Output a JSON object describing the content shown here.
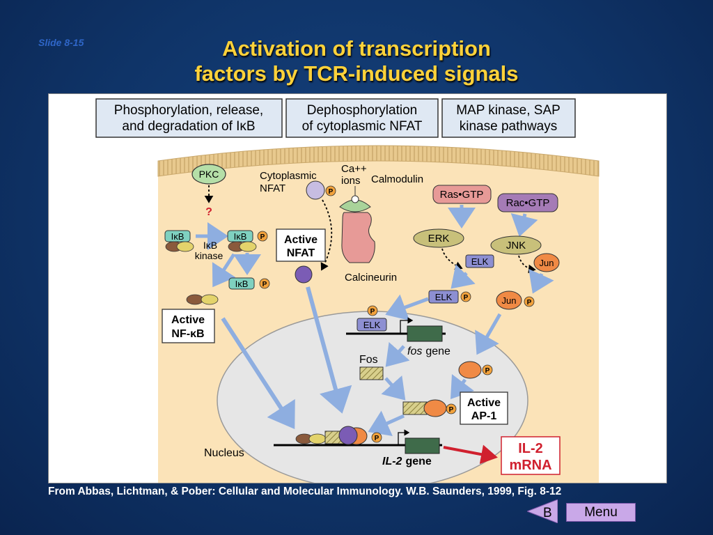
{
  "slide_number": "Slide 8-15",
  "title_line1": "Activation of transcription",
  "title_line2": "factors by TCR-induced signals",
  "headers": {
    "h1_line1": "Phosphorylation, release,",
    "h1_line2": "and degradation of IκB",
    "h2_line1": "Dephosphorylation",
    "h2_line2": "of cytoplasmic NFAT",
    "h3_line1": "MAP kinase, SAP",
    "h3_line2": "kinase pathways"
  },
  "labels": {
    "pkc": "PKC",
    "question": "?",
    "ikb": "IκB",
    "p": "P",
    "ikb_kinase_1": "IκB",
    "ikb_kinase_2": "kinase",
    "active_nfkb_1": "Active",
    "active_nfkb_2": "NF-κB",
    "cyto_nfat_1": "Cytoplasmic",
    "cyto_nfat_2": "NFAT",
    "ca_1": "Ca++",
    "ca_2": "ions",
    "calmodulin": "Calmodulin",
    "active_nfat_1": "Active",
    "active_nfat_2": "NFAT",
    "calcineurin": "Calcineurin",
    "ras_gtp": "Ras•GTP",
    "rac_gtp": "Rac•GTP",
    "erk": "ERK",
    "jnk": "JNK",
    "elk": "ELK",
    "jun": "Jun",
    "fos": "Fos",
    "fos_gene_italic": "fos",
    "gene": "gene",
    "active_ap1_1": "Active",
    "active_ap1_2": "AP-1",
    "nucleus": "Nucleus",
    "il2_gene_italic": "IL-2",
    "il2_mrna_1": "IL-2",
    "il2_mrna_2": "mRNA"
  },
  "credit": "From Abbas, Lichtman, & Pober: Cellular and Molecular Immunology. W.B. Saunders, 1999, Fig. 8-12",
  "nav": {
    "back_label": "B",
    "menu_label": "Menu"
  },
  "colors": {
    "title": "#ffd23a",
    "cytoplasm": "#fbe3b8",
    "membrane": "#e8c98e",
    "nucleus": "#e6e6e6",
    "arrow": "#8eaee0",
    "il2_red": "#d0202e",
    "menu": "#c9a8e8"
  }
}
